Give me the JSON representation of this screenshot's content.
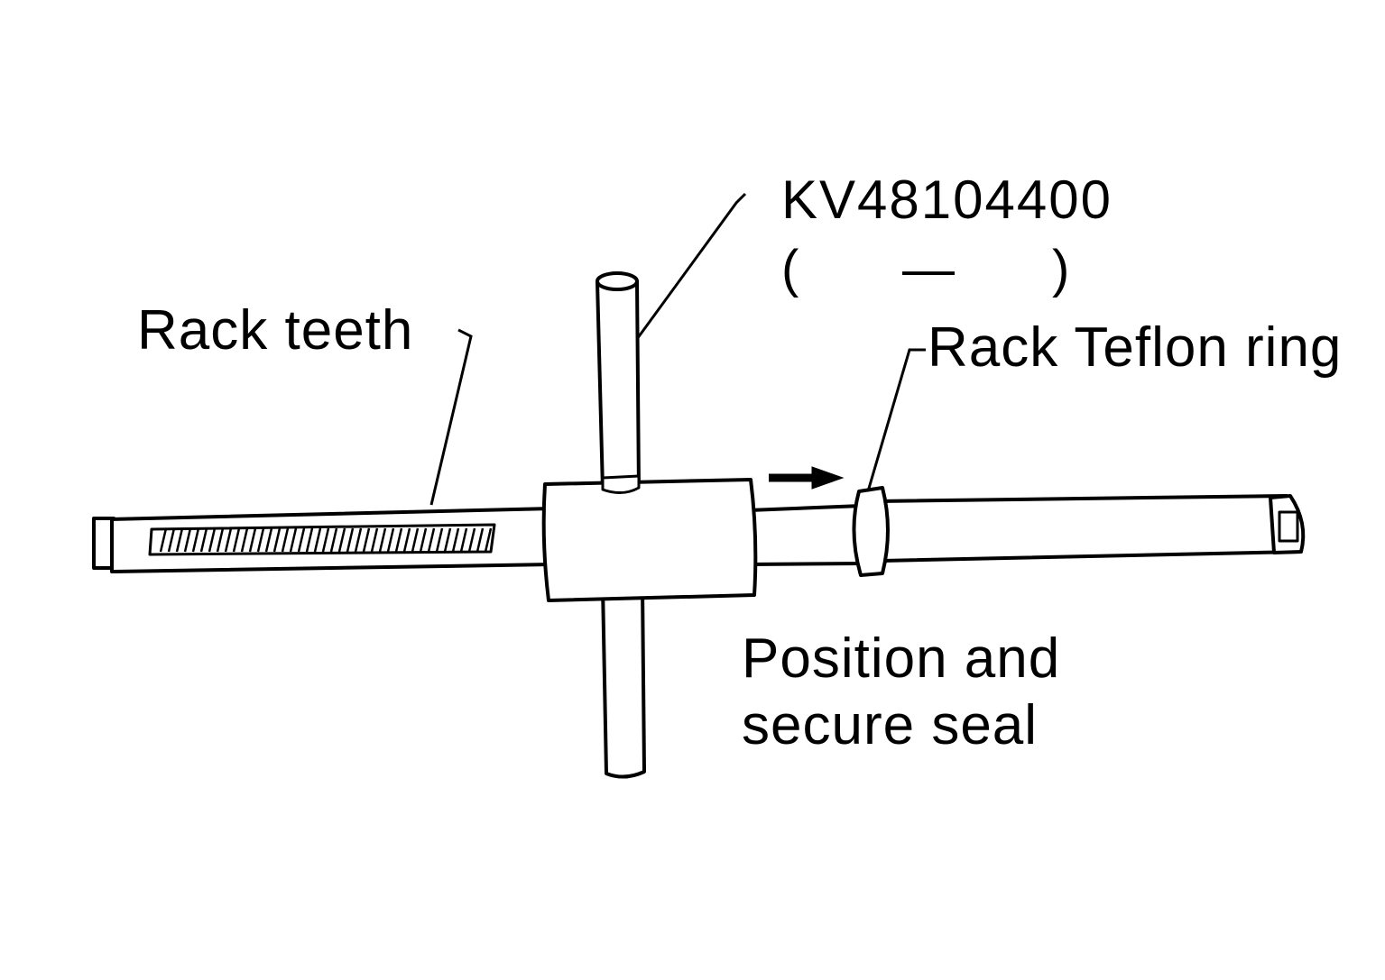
{
  "labels": {
    "tool_number": "KV48104400",
    "tool_alt_open": "(",
    "tool_alt_dash": "—",
    "tool_alt_close": ")",
    "rack_teeth": "Rack teeth",
    "teflon_ring": "Rack Teflon ring",
    "position_line1": "Position and",
    "position_line2": "secure seal"
  },
  "colors": {
    "ink": "#000000",
    "paper": "#ffffff"
  }
}
